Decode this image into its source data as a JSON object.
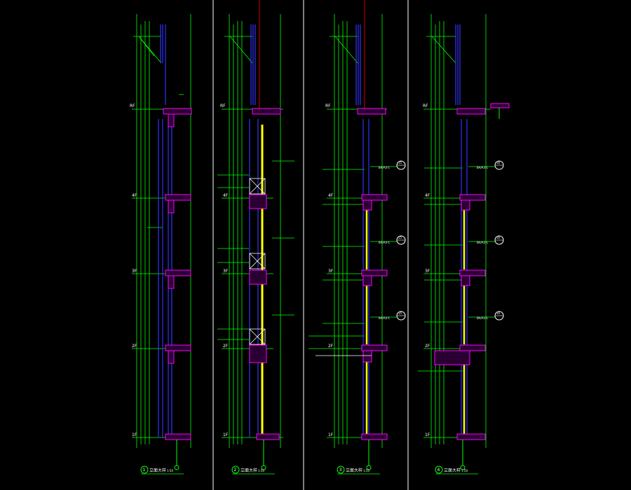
{
  "colors": {
    "background": "#000000",
    "dimension": "#00ff00",
    "glass": "#ffff00",
    "frame": "#3333ff",
    "slab": "#ff00ff",
    "axis": "#ff0000",
    "divider": "#ffffff",
    "label": "#ffffff",
    "callout": "#00ff00"
  },
  "sections": [
    {
      "number": "1",
      "caption": "立面大样",
      "scale": "1:50",
      "levels": [
        "RF",
        "4F",
        "3F",
        "2F",
        "1F"
      ],
      "callouts": []
    },
    {
      "number": "2",
      "caption": "立面大样",
      "scale": "1:50",
      "levels": [
        "RF",
        "4F",
        "3F",
        "2F",
        "1F"
      ],
      "callouts": []
    },
    {
      "number": "3",
      "caption": "立面大样",
      "scale": "1:50",
      "levels": [
        "RF",
        "4F",
        "3F",
        "2F",
        "1F"
      ],
      "callouts": [
        {
          "number": "15",
          "text": "BA/A3-1"
        },
        {
          "number": "15",
          "text": "BA/A3-1"
        },
        {
          "number": "15",
          "text": "BA/A3-1"
        }
      ]
    },
    {
      "number": "4",
      "caption": "立面大样",
      "scale": "1:50",
      "levels": [
        "RF",
        "4F",
        "3F",
        "2F",
        "1F"
      ],
      "callouts": [
        {
          "number": "16",
          "text": "BA/A3-1"
        },
        {
          "number": "16",
          "text": "BA/A3-1"
        },
        {
          "number": "16",
          "text": "BA/A3-1"
        }
      ]
    }
  ]
}
